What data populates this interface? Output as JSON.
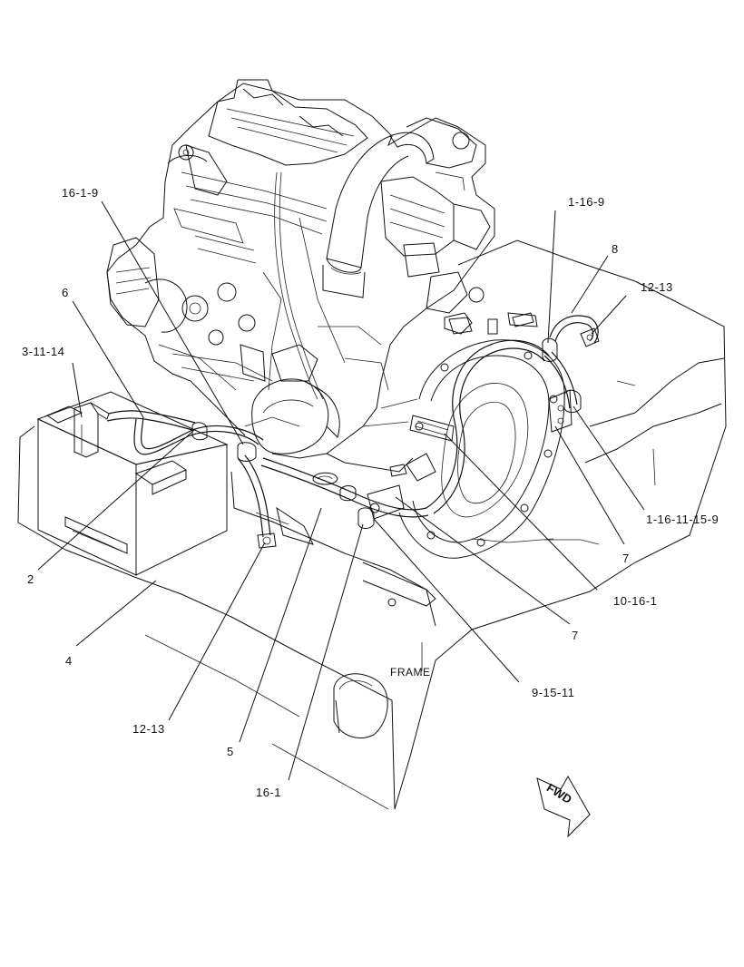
{
  "diagram": {
    "frame_label": "FRAME",
    "fwd_label": "FWD",
    "callouts": [
      {
        "id": "c-16-1-9",
        "text": "16-1-9"
      },
      {
        "id": "c-6",
        "text": "6"
      },
      {
        "id": "c-3-11-14",
        "text": "3-11-14"
      },
      {
        "id": "c-2",
        "text": "2"
      },
      {
        "id": "c-4",
        "text": "4"
      },
      {
        "id": "c-12-13-bottom",
        "text": "12-13"
      },
      {
        "id": "c-5",
        "text": "5"
      },
      {
        "id": "c-16-1",
        "text": "16-1"
      },
      {
        "id": "c-9-15-11",
        "text": "9-15-11"
      },
      {
        "id": "c-7-lower",
        "text": "7"
      },
      {
        "id": "c-10-16-1",
        "text": "10-16-1"
      },
      {
        "id": "c-7-upper",
        "text": "7"
      },
      {
        "id": "c-1-16-11-15-9",
        "text": "1-16-11-15-9"
      },
      {
        "id": "c-12-13-top",
        "text": "12-13"
      },
      {
        "id": "c-8",
        "text": "8"
      },
      {
        "id": "c-1-16-9",
        "text": "1-16-9"
      }
    ]
  }
}
